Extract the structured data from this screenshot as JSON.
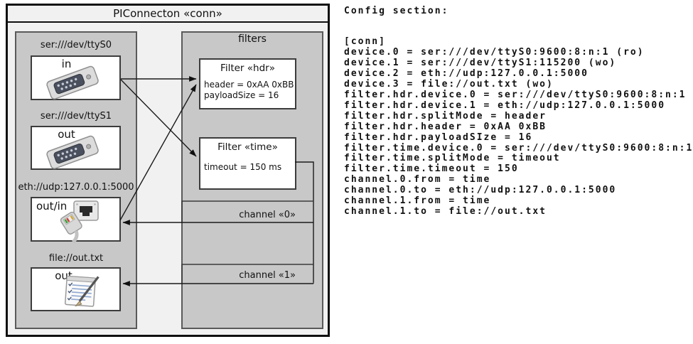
{
  "diagram": {
    "title": "PIConnecton «conn»",
    "devices_panel": {
      "devices": [
        {
          "label": "ser:///dev/ttyS0",
          "direction": "in",
          "icon": "serial-connector-icon"
        },
        {
          "label": "ser:///dev/ttyS1",
          "direction": "out",
          "icon": "serial-connector-icon"
        },
        {
          "label": "eth://udp:127.0.0.1:5000",
          "direction": "out/in",
          "icon": "ethernet-connector-icon"
        },
        {
          "label": "file://out.txt",
          "direction": "out",
          "icon": "notepad-icon"
        }
      ]
    },
    "filters_panel": {
      "title": "filters",
      "filters": [
        {
          "title": "Filter «hdr»",
          "attr0": "header = 0xAA 0xBB",
          "attr1": "payloadSize = 16"
        },
        {
          "title": "Filter «time»",
          "attr0": "timeout = 150 ms"
        }
      ]
    },
    "channels": [
      {
        "label": "channel «0»"
      },
      {
        "label": "channel «1»"
      }
    ]
  },
  "config": {
    "heading": "Config section:",
    "lines": [
      "[conn]",
      "device.0 = ser:///dev/ttyS0:9600:8:n:1 (ro)",
      "device.1 = ser:///dev/ttyS1:115200 (wo)",
      "device.2 = eth://udp:127.0.0.1:5000",
      "device.3 = file://out.txt (wo)",
      "filter.hdr.device.0 = ser:///dev/ttyS0:9600:8:n:1",
      "filter.hdr.device.1 = eth://udp:127.0.0.1:5000",
      "filter.hdr.splitMode = header",
      "filter.hdr.header = 0xAA 0xBB",
      "filter.hdr.payloadSIze = 16",
      "filter.time.device.0 = ser:///dev/ttyS0:9600:8:n:1",
      "filter.time.splitMode = timeout",
      "filter.time.timeout = 150",
      "channel.0.from = time",
      "channel.0.to = eth://udp:127.0.0.1:5000",
      "channel.1.from = time",
      "channel.1.to = file://out.txt"
    ]
  },
  "colors": {
    "panel_gray": "#c8c8c8",
    "outer_bg": "#f1f1f1",
    "box_white": "#ffffff",
    "line": "#1a1a1a"
  }
}
